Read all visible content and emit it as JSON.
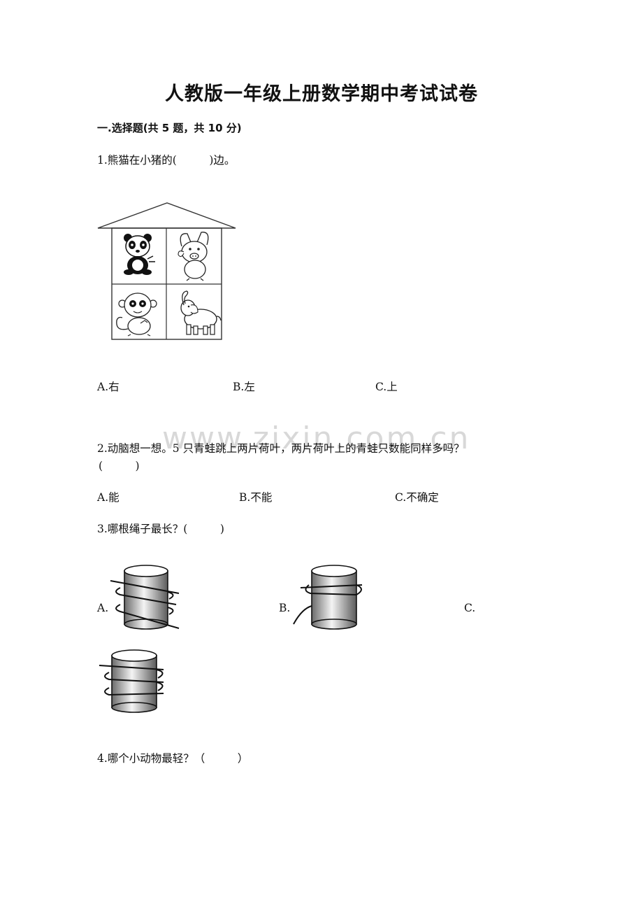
{
  "title": "人教版一年级上册数学期中考试试卷",
  "section": "一.选择题(共 5 题，共 10 分)",
  "watermark": "www.zixin.com.cn",
  "questions": [
    {
      "text": "1.熊猫在小猪的(　　　)边。",
      "options": [
        "A.右",
        "B.左",
        "C.上"
      ],
      "image": {
        "icons": [
          "panda-icon",
          "pig-icon",
          "monkey-icon",
          "elephant-icon"
        ]
      }
    },
    {
      "text": "2.动脑想一想。5 只青蛙跳上两片荷叶，两片荷叶上的青蛙只数能同样多吗？",
      "text_line2": "(　　　)",
      "options": [
        "A.能",
        "B.不能",
        "C.不确定"
      ]
    },
    {
      "text": "3.哪根绳子最长？(　　　)",
      "options": [
        "A.",
        "B.",
        "C."
      ],
      "image": {
        "icons": [
          "rope-cylinder-a-icon",
          "rope-cylinder-b-icon",
          "rope-cylinder-c-icon"
        ]
      }
    },
    {
      "text": "4.哪个小动物最轻？（　　　）"
    }
  ]
}
